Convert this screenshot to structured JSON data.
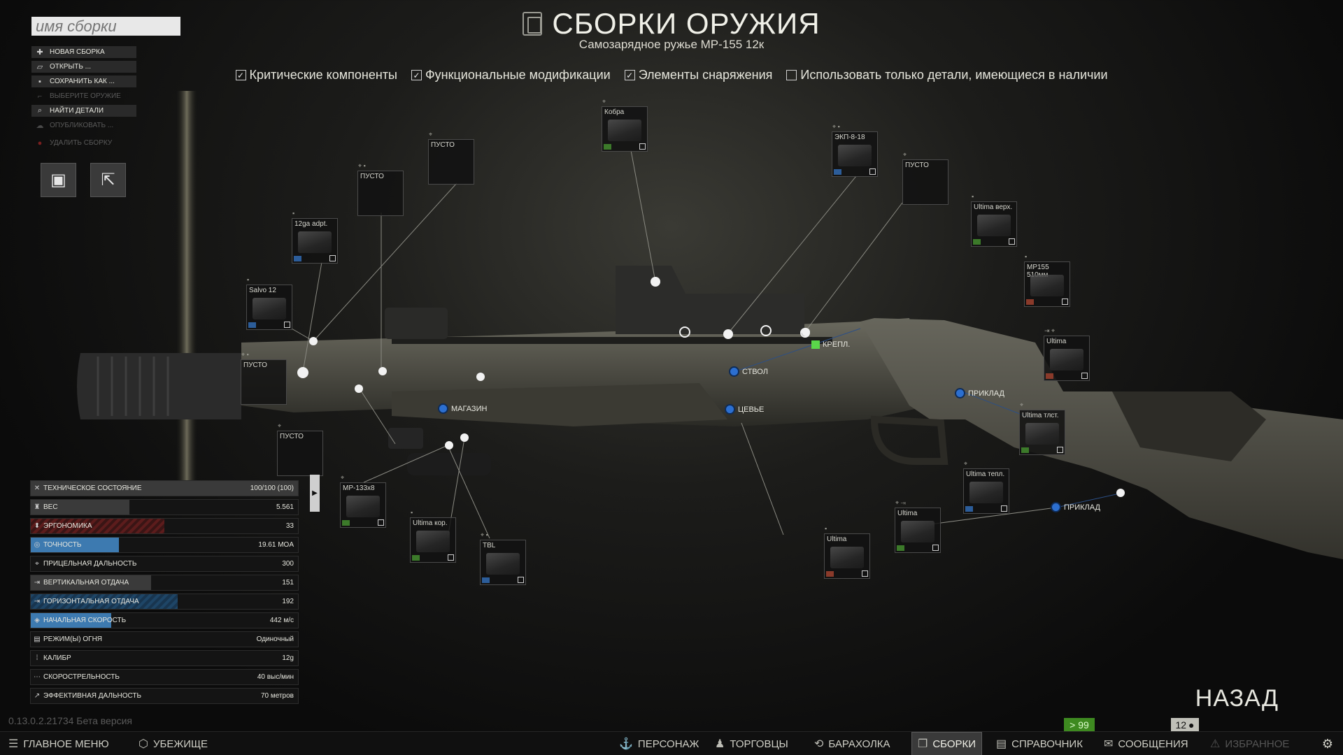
{
  "build_name_placeholder": "имя сборки",
  "left_menu": [
    {
      "label": "НОВАЯ СБОРКА",
      "icon": "new-build-icon",
      "glyph": "✚",
      "enabled": true
    },
    {
      "label": "ОТКРЫТЬ ...",
      "icon": "folder-icon",
      "glyph": "▱",
      "enabled": true
    },
    {
      "label": "СОХРАНИТЬ КАК ...",
      "icon": "save-icon",
      "glyph": "▪",
      "enabled": true
    },
    {
      "label": "ВЫБЕРИТЕ ОРУЖИЕ",
      "icon": "weapon-icon",
      "glyph": "⌐",
      "enabled": false
    },
    {
      "label": "НАЙТИ ДЕТАЛИ",
      "icon": "search-icon",
      "glyph": "⌕",
      "enabled": true
    },
    {
      "label": "ОПУБЛИКОВАТЬ ...",
      "icon": "publish-icon",
      "glyph": "☁",
      "enabled": false
    },
    {
      "label": "УДАЛИТЬ СБОРКУ",
      "icon": "delete-icon",
      "glyph": "●",
      "enabled": false
    }
  ],
  "square_buttons": [
    {
      "icon": "save-icon",
      "glyph": "▣"
    },
    {
      "icon": "export-icon",
      "glyph": "⇱"
    }
  ],
  "header": {
    "title": "СБОРКИ ОРУЖИЯ",
    "subtitle": "Самозарядное ружье MP-155 12к"
  },
  "filters": [
    {
      "label": "Критические компоненты",
      "checked": true
    },
    {
      "label": "Функциональные модификации",
      "checked": true
    },
    {
      "label": "Элементы снаряжения",
      "checked": true
    },
    {
      "label": "Использовать только детали, имеющиеся в наличии",
      "checked": false
    }
  ],
  "slots": {
    "kobra": {
      "name": "Кобра"
    },
    "ekp": {
      "name": "ЭКП-8-18"
    },
    "empty_top1": {
      "name": "ПУСТО"
    },
    "empty_top2": {
      "name": "ПУСТО"
    },
    "empty_right": {
      "name": "ПУСТО"
    },
    "adapter": {
      "name": "12ga adpt."
    },
    "salvo": {
      "name": "Salvo 12"
    },
    "empty_muzzle": {
      "name": "ПУСТО"
    },
    "empty_under": {
      "name": "ПУСТО"
    },
    "ultima_top": {
      "name": "Ultima верх."
    },
    "barrel": {
      "name": "MP155 510мм"
    },
    "ultima_r1": {
      "name": "Ultima"
    },
    "ultima_pad": {
      "name": "Ultima тлст."
    },
    "ultima_therm": {
      "name": "Ultima тепл."
    },
    "ultima_b1": {
      "name": "Ultima"
    },
    "ultima_b2": {
      "name": "Ultima"
    },
    "mag": {
      "name": "MP-133x8"
    },
    "ultima_kor": {
      "name": "Ultima кор."
    },
    "tbl": {
      "name": "TBL"
    }
  },
  "labels": {
    "mount": "КРЕПЛ.",
    "barrel": "СТВОЛ",
    "handguard": "ЦЕВЬЕ",
    "magazine": "МАГАЗИН",
    "stock1": "ПРИКЛАД",
    "stock2": "ПРИКЛАД"
  },
  "stats": [
    {
      "icon": "wrench-icon",
      "glyph": "✕",
      "name": "ТЕХНИЧЕСКОЕ СОСТОЯНИЕ",
      "value": "100/100 (100)",
      "fill": 1.0,
      "style": "grey"
    },
    {
      "icon": "weight-icon",
      "glyph": "♜",
      "name": "ВЕС",
      "value": "5.561",
      "fill": 0.37,
      "style": "grey"
    },
    {
      "icon": "ergonomics-icon",
      "glyph": "⬍",
      "name": "ЭРГОНОМИКА",
      "value": "33",
      "fill": 0.5,
      "style": "red"
    },
    {
      "icon": "accuracy-icon",
      "glyph": "◎",
      "name": "ТОЧНОСТЬ",
      "value": "19.61 MOA",
      "fill": 0.33,
      "style": "blue"
    },
    {
      "icon": "sight-range-icon",
      "glyph": "⌖",
      "name": "ПРИЦЕЛЬНАЯ ДАЛЬНОСТЬ",
      "value": "300",
      "fill": 0,
      "style": "grey"
    },
    {
      "icon": "vertical-recoil-icon",
      "glyph": "⇥",
      "name": "ВЕРТИКАЛЬНАЯ ОТДАЧА",
      "value": "151",
      "fill": 0.45,
      "style": "grey"
    },
    {
      "icon": "horizontal-recoil-icon",
      "glyph": "⇥",
      "name": "ГОРИЗОНТАЛЬНАЯ ОТДАЧА",
      "value": "192",
      "fill": 0.55,
      "style": "blue2"
    },
    {
      "icon": "velocity-icon",
      "glyph": "◈",
      "name": "НАЧАЛЬНАЯ СКОРОСТЬ",
      "value": "442 м/с",
      "fill": 0.3,
      "style": "blue"
    },
    {
      "icon": "fire-mode-icon",
      "glyph": "▤",
      "name": "РЕЖИМ(Ы) ОГНЯ",
      "value": "Одиночный",
      "fill": 0,
      "style": "grey"
    },
    {
      "icon": "caliber-icon",
      "glyph": "⁞",
      "name": "КАЛИБР",
      "value": "12g",
      "fill": 0,
      "style": "grey"
    },
    {
      "icon": "rate-of-fire-icon",
      "glyph": "⋯",
      "name": "СКОРОСТРЕЛЬНОСТЬ",
      "value": "40 выс/мин",
      "fill": 0,
      "style": "grey"
    },
    {
      "icon": "effective-range-icon",
      "glyph": "↗",
      "name": "ЭФФЕКТИВНАЯ ДАЛЬНОСТЬ",
      "value": "70 метров",
      "fill": 0,
      "style": "grey"
    }
  ],
  "version": "0.13.0.2.21734 Бета версия",
  "back_label": "НАЗАД",
  "badge_level": "> 99",
  "badge_online": "12",
  "bottom_nav": [
    {
      "label": "ГЛАВНОЕ МЕНЮ",
      "icon": "menu-icon",
      "glyph": "☰",
      "state": "normal"
    },
    {
      "label": "УБЕЖИЩЕ",
      "icon": "hideout-icon",
      "glyph": "⬡",
      "state": "normal"
    },
    {
      "label": "ПЕРСОНАЖ",
      "icon": "character-icon",
      "glyph": "⚓",
      "state": "normal"
    },
    {
      "label": "ТОРГОВЦЫ",
      "icon": "traders-icon",
      "glyph": "♟",
      "state": "normal"
    },
    {
      "label": "БАРАХОЛКА",
      "icon": "flea-market-icon",
      "glyph": "⟲",
      "state": "normal"
    },
    {
      "label": "СБОРКИ",
      "icon": "builds-icon",
      "glyph": "❐",
      "state": "active"
    },
    {
      "label": "СПРАВОЧНИК",
      "icon": "handbook-icon",
      "glyph": "▤",
      "state": "normal"
    },
    {
      "label": "СООБЩЕНИЯ",
      "icon": "messages-icon",
      "glyph": "✉",
      "state": "normal"
    },
    {
      "label": "ИЗБРАННОЕ",
      "icon": "favorites-icon",
      "glyph": "⚠",
      "state": "disabled"
    }
  ],
  "settings_icon": "gear-icon"
}
